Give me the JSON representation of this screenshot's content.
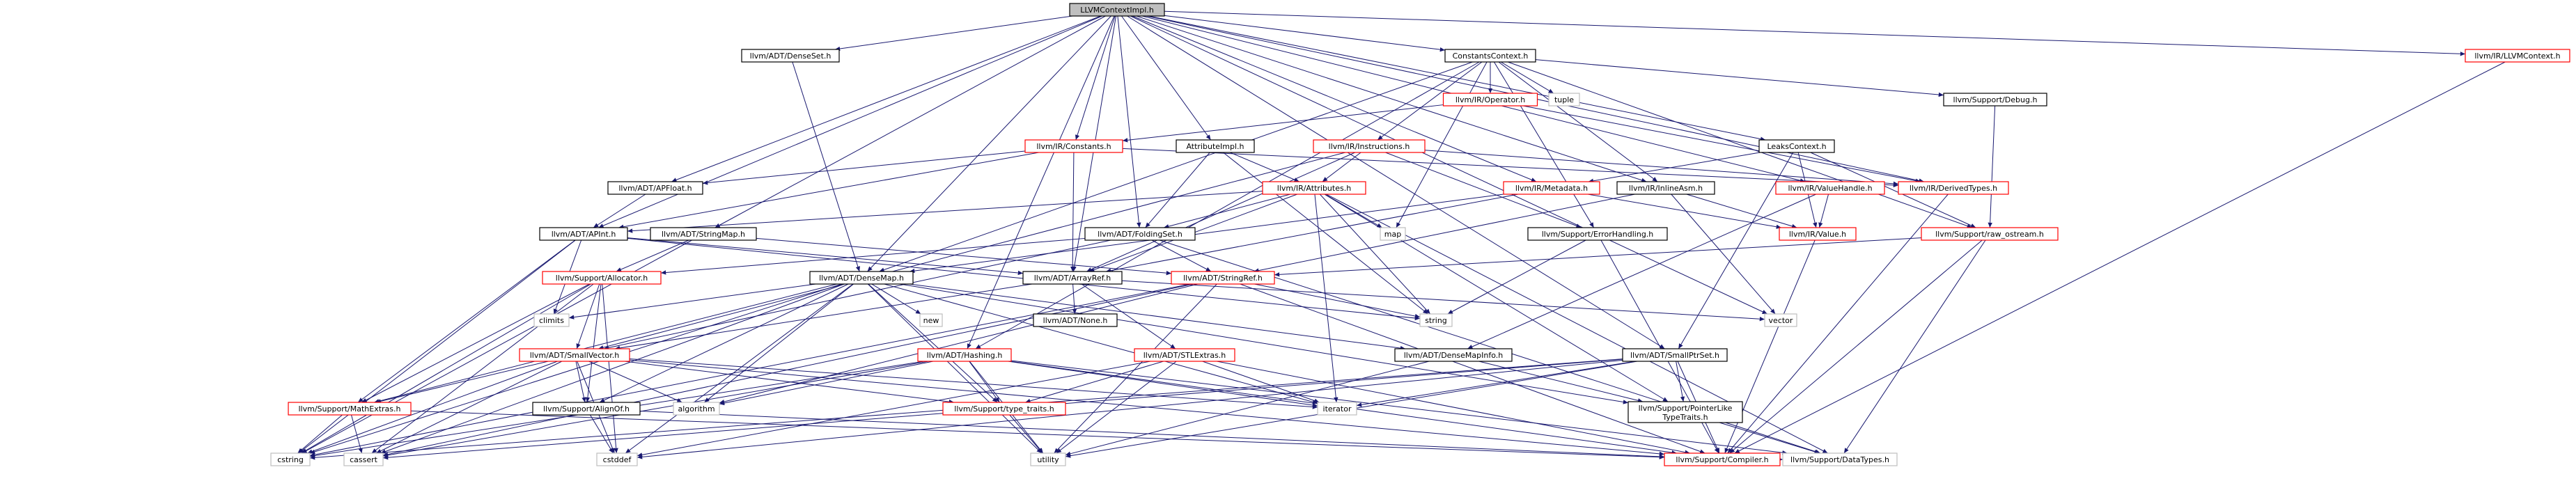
{
  "graph": {
    "colors": {
      "root_fill": "#bfbfbf",
      "node_fill": "#ffffff",
      "black_border": "#000000",
      "red_border": "#ff0000",
      "gray_border": "#bfbfbf",
      "edge": "#191970",
      "text": "#000000"
    },
    "nodes": [
      {
        "id": "root",
        "label": "LLVMContextImpl.h",
        "style": "root"
      },
      {
        "id": "denseset",
        "label": "llvm/ADT/DenseSet.h",
        "style": "black"
      },
      {
        "id": "constctx",
        "label": "ConstantsContext.h",
        "style": "black"
      },
      {
        "id": "llvmctx",
        "label": "llvm/IR/LLVMContext.h",
        "style": "red"
      },
      {
        "id": "operator",
        "label": "llvm/IR/Operator.h",
        "style": "red"
      },
      {
        "id": "tuple",
        "label": "tuple",
        "style": "gray"
      },
      {
        "id": "debug",
        "label": "llvm/Support/Debug.h",
        "style": "black"
      },
      {
        "id": "constants",
        "label": "llvm/IR/Constants.h",
        "style": "red"
      },
      {
        "id": "attrimpl",
        "label": "AttributeImpl.h",
        "style": "black"
      },
      {
        "id": "instructions",
        "label": "llvm/IR/Instructions.h",
        "style": "red"
      },
      {
        "id": "leaksctx",
        "label": "LeaksContext.h",
        "style": "black"
      },
      {
        "id": "apfloat",
        "label": "llvm/ADT/APFloat.h",
        "style": "black"
      },
      {
        "id": "attributes",
        "label": "llvm/IR/Attributes.h",
        "style": "red"
      },
      {
        "id": "metadata",
        "label": "llvm/IR/Metadata.h",
        "style": "red"
      },
      {
        "id": "inlineasm",
        "label": "llvm/IR/InlineAsm.h",
        "style": "black"
      },
      {
        "id": "valuehandle",
        "label": "llvm/IR/ValueHandle.h",
        "style": "red"
      },
      {
        "id": "derivedtypes",
        "label": "llvm/IR/DerivedTypes.h",
        "style": "red"
      },
      {
        "id": "apint",
        "label": "llvm/ADT/APInt.h",
        "style": "black"
      },
      {
        "id": "stringmap",
        "label": "llvm/ADT/StringMap.h",
        "style": "black"
      },
      {
        "id": "foldingset",
        "label": "llvm/ADT/FoldingSet.h",
        "style": "black"
      },
      {
        "id": "map",
        "label": "map",
        "style": "gray"
      },
      {
        "id": "errorhandling",
        "label": "llvm/Support/ErrorHandling.h",
        "style": "black"
      },
      {
        "id": "value",
        "label": "llvm/IR/Value.h",
        "style": "red"
      },
      {
        "id": "rawostream",
        "label": "llvm/Support/raw_ostream.h",
        "style": "red"
      },
      {
        "id": "allocator",
        "label": "llvm/Support/Allocator.h",
        "style": "red"
      },
      {
        "id": "densemap",
        "label": "llvm/ADT/DenseMap.h",
        "style": "black"
      },
      {
        "id": "arrayref",
        "label": "llvm/ADT/ArrayRef.h",
        "style": "black"
      },
      {
        "id": "stringref",
        "label": "llvm/ADT/StringRef.h",
        "style": "red"
      },
      {
        "id": "climits",
        "label": "climits",
        "style": "gray"
      },
      {
        "id": "new",
        "label": "new",
        "style": "gray"
      },
      {
        "id": "none",
        "label": "llvm/ADT/None.h",
        "style": "black"
      },
      {
        "id": "string",
        "label": "string",
        "style": "gray"
      },
      {
        "id": "vector",
        "label": "vector",
        "style": "gray"
      },
      {
        "id": "densemapinfo",
        "label": "llvm/ADT/DenseMapInfo.h",
        "style": "black"
      },
      {
        "id": "smallptrset",
        "label": "llvm/ADT/SmallPtrSet.h",
        "style": "black"
      },
      {
        "id": "smallvector",
        "label": "llvm/ADT/SmallVector.h",
        "style": "red"
      },
      {
        "id": "hashing",
        "label": "llvm/ADT/Hashing.h",
        "style": "red"
      },
      {
        "id": "stlextras",
        "label": "llvm/ADT/STLExtras.h",
        "style": "red"
      },
      {
        "id": "mathextras",
        "label": "llvm/Support/MathExtras.h",
        "style": "red"
      },
      {
        "id": "alignof",
        "label": "llvm/Support/AlignOf.h",
        "style": "black"
      },
      {
        "id": "typetraits",
        "label": "llvm/Support/type_traits.h",
        "style": "red"
      },
      {
        "id": "algorithm",
        "label": "algorithm",
        "style": "gray"
      },
      {
        "id": "iterator",
        "label": "iterator",
        "style": "gray"
      },
      {
        "id": "pointerlike",
        "label": "llvm/Support/PointerLike\nTypeTraits.h",
        "style": "black"
      },
      {
        "id": "cstring",
        "label": "cstring",
        "style": "gray"
      },
      {
        "id": "cassert",
        "label": "cassert",
        "style": "gray"
      },
      {
        "id": "cstddef",
        "label": "cstddef",
        "style": "gray"
      },
      {
        "id": "utility",
        "label": "utility",
        "style": "gray"
      },
      {
        "id": "compiler",
        "label": "llvm/Support/Compiler.h",
        "style": "red"
      },
      {
        "id": "datatypes",
        "label": "llvm/Support/DataTypes.h",
        "style": "gray"
      }
    ],
    "edges": [
      [
        "root",
        "denseset"
      ],
      [
        "root",
        "constctx"
      ],
      [
        "root",
        "llvmctx"
      ],
      [
        "root",
        "constants"
      ],
      [
        "root",
        "attrimpl"
      ],
      [
        "root",
        "leaksctx"
      ],
      [
        "root",
        "apfloat"
      ],
      [
        "root",
        "apint"
      ],
      [
        "root",
        "stringmap"
      ],
      [
        "root",
        "foldingset"
      ],
      [
        "root",
        "metadata"
      ],
      [
        "root",
        "valuehandle"
      ],
      [
        "root",
        "derivedtypes"
      ],
      [
        "root",
        "densemap"
      ],
      [
        "root",
        "arrayref"
      ],
      [
        "root",
        "hashing"
      ],
      [
        "root",
        "smallptrset"
      ],
      [
        "root",
        "vector"
      ],
      [
        "root",
        "inlineasm"
      ],
      [
        "denseset",
        "densemap"
      ],
      [
        "constctx",
        "operator"
      ],
      [
        "constctx",
        "tuple"
      ],
      [
        "constctx",
        "debug"
      ],
      [
        "constctx",
        "instructions"
      ],
      [
        "constctx",
        "inlineasm"
      ],
      [
        "constctx",
        "map"
      ],
      [
        "constctx",
        "densemap"
      ],
      [
        "constctx",
        "hashing"
      ],
      [
        "constctx",
        "rawostream"
      ],
      [
        "constctx",
        "errorhandling"
      ],
      [
        "llvmctx",
        "compiler"
      ],
      [
        "operator",
        "constants"
      ],
      [
        "operator",
        "derivedtypes"
      ],
      [
        "debug",
        "rawostream"
      ],
      [
        "constants",
        "apfloat"
      ],
      [
        "constants",
        "apint"
      ],
      [
        "constants",
        "arrayref"
      ],
      [
        "constants",
        "derivedtypes"
      ],
      [
        "attrimpl",
        "attributes"
      ],
      [
        "attrimpl",
        "foldingset"
      ],
      [
        "attrimpl",
        "string"
      ],
      [
        "instructions",
        "attributes"
      ],
      [
        "instructions",
        "arrayref"
      ],
      [
        "instructions",
        "errorhandling"
      ],
      [
        "instructions",
        "smallvector"
      ],
      [
        "instructions",
        "derivedtypes"
      ],
      [
        "leaksctx",
        "metadata"
      ],
      [
        "leaksctx",
        "value"
      ],
      [
        "leaksctx",
        "smallptrset"
      ],
      [
        "leaksctx",
        "rawostream"
      ],
      [
        "apfloat",
        "apint"
      ],
      [
        "attributes",
        "apint"
      ],
      [
        "attributes",
        "foldingset"
      ],
      [
        "attributes",
        "map"
      ],
      [
        "attributes",
        "string"
      ],
      [
        "attributes",
        "arrayref"
      ],
      [
        "attributes",
        "pointerlike"
      ],
      [
        "attributes",
        "datatypes"
      ],
      [
        "attributes",
        "iterator"
      ],
      [
        "metadata",
        "value"
      ],
      [
        "metadata",
        "arrayref"
      ],
      [
        "metadata",
        "densemap"
      ],
      [
        "inlineasm",
        "stringref"
      ],
      [
        "inlineasm",
        "value"
      ],
      [
        "inlineasm",
        "vector"
      ],
      [
        "valuehandle",
        "value"
      ],
      [
        "valuehandle",
        "densemapinfo"
      ],
      [
        "derivedtypes",
        "compiler"
      ],
      [
        "apint",
        "arrayref"
      ],
      [
        "apint",
        "mathextras"
      ],
      [
        "apint",
        "climits"
      ],
      [
        "apint",
        "cstring"
      ],
      [
        "apint",
        "string"
      ],
      [
        "stringmap",
        "stringref"
      ],
      [
        "stringmap",
        "allocator"
      ],
      [
        "stringmap",
        "cstring"
      ],
      [
        "foldingset",
        "smallvector"
      ],
      [
        "foldingset",
        "stringref"
      ],
      [
        "foldingset",
        "allocator"
      ],
      [
        "foldingset",
        "datatypes"
      ],
      [
        "errorhandling",
        "compiler"
      ],
      [
        "errorhandling",
        "string"
      ],
      [
        "value",
        "compiler"
      ],
      [
        "rawostream",
        "stringref"
      ],
      [
        "rawostream",
        "compiler"
      ],
      [
        "rawostream",
        "datatypes"
      ],
      [
        "allocator",
        "smallvector"
      ],
      [
        "allocator",
        "alignof"
      ],
      [
        "allocator",
        "mathextras"
      ],
      [
        "allocator",
        "cstddef"
      ],
      [
        "allocator",
        "cassert"
      ],
      [
        "allocator",
        "cstring"
      ],
      [
        "densemap",
        "densemapinfo"
      ],
      [
        "densemap",
        "mathextras"
      ],
      [
        "densemap",
        "alignof"
      ],
      [
        "densemap",
        "typetraits"
      ],
      [
        "densemap",
        "algorithm"
      ],
      [
        "densemap",
        "iterator"
      ],
      [
        "densemap",
        "new"
      ],
      [
        "densemap",
        "utility"
      ],
      [
        "densemap",
        "climits"
      ],
      [
        "densemap",
        "cstddef"
      ],
      [
        "densemap",
        "cassert"
      ],
      [
        "densemap",
        "cstring"
      ],
      [
        "densemap",
        "pointerlike"
      ],
      [
        "arrayref",
        "none"
      ],
      [
        "arrayref",
        "smallvector"
      ],
      [
        "arrayref",
        "vector"
      ],
      [
        "arrayref",
        "stlextras"
      ],
      [
        "stringref",
        "string"
      ],
      [
        "stringref",
        "algorithm"
      ],
      [
        "stringref",
        "utility"
      ],
      [
        "stringref",
        "cassert"
      ],
      [
        "stringref",
        "cstring"
      ],
      [
        "stringref",
        "compiler"
      ],
      [
        "densemapinfo",
        "pointerlike"
      ],
      [
        "densemapinfo",
        "utility"
      ],
      [
        "smallptrset",
        "pointerlike"
      ],
      [
        "smallptrset",
        "compiler"
      ],
      [
        "smallptrset",
        "iterator"
      ],
      [
        "smallptrset",
        "cstring"
      ],
      [
        "smallptrset",
        "cassert"
      ],
      [
        "smallptrset",
        "cstddef"
      ],
      [
        "smallptrset",
        "utility"
      ],
      [
        "smallvector",
        "alignof"
      ],
      [
        "smallvector",
        "mathextras"
      ],
      [
        "smallvector",
        "typetraits"
      ],
      [
        "smallvector",
        "algorithm"
      ],
      [
        "smallvector",
        "iterator"
      ],
      [
        "smallvector",
        "cstddef"
      ],
      [
        "smallvector",
        "cassert"
      ],
      [
        "smallvector",
        "cstring"
      ],
      [
        "smallvector",
        "compiler"
      ],
      [
        "hashing",
        "typetraits"
      ],
      [
        "hashing",
        "algorithm"
      ],
      [
        "hashing",
        "iterator"
      ],
      [
        "hashing",
        "cassert"
      ],
      [
        "hashing",
        "utility"
      ],
      [
        "hashing",
        "cstring"
      ],
      [
        "hashing",
        "datatypes"
      ],
      [
        "hashing",
        "compiler"
      ],
      [
        "stlextras",
        "typetraits"
      ],
      [
        "stlextras",
        "iterator"
      ],
      [
        "stlextras",
        "utility"
      ],
      [
        "stlextras",
        "cstddef"
      ],
      [
        "stlextras",
        "compiler"
      ],
      [
        "mathextras",
        "compiler"
      ],
      [
        "mathextras",
        "cassert"
      ],
      [
        "mathextras",
        "cstring"
      ],
      [
        "alignof",
        "compiler"
      ],
      [
        "alignof",
        "cstddef"
      ],
      [
        "typetraits",
        "utility"
      ],
      [
        "pointerlike",
        "datatypes"
      ],
      [
        "compiler",
        "datatypes"
      ]
    ]
  }
}
